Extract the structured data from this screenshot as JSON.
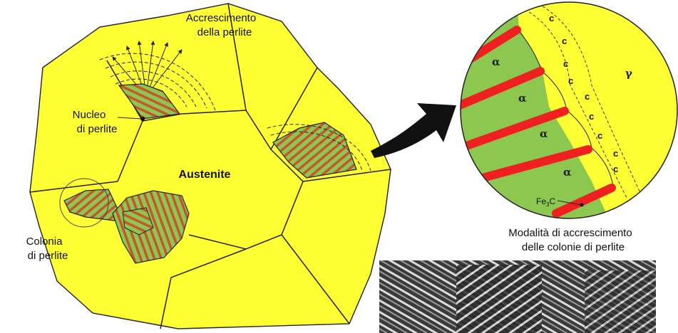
{
  "labels": {
    "growth_line1": "Accrescimento",
    "growth_line2": "della perlite",
    "nucleus_line1": "Nucleo",
    "nucleus_line2": "di perlite",
    "austenite": "Austenite",
    "colony_line1": "Colonia",
    "colony_line2": "di perlite",
    "caption_line1": "Modalità di accrescimento",
    "caption_line2": "delle colonie di perlite"
  },
  "detail": {
    "gamma": "γ",
    "alpha": "α",
    "carbon": "c",
    "fe3c_main": "Fe",
    "fe3c_sub": "3",
    "fe3c_end": "C"
  },
  "colors": {
    "austenite": "#FFFF33",
    "ferrite": "#8CC850",
    "cementite": "#EE2020",
    "outline": "#222222"
  },
  "icons": [
    "black-arrow-icon",
    "micrograph-image"
  ]
}
